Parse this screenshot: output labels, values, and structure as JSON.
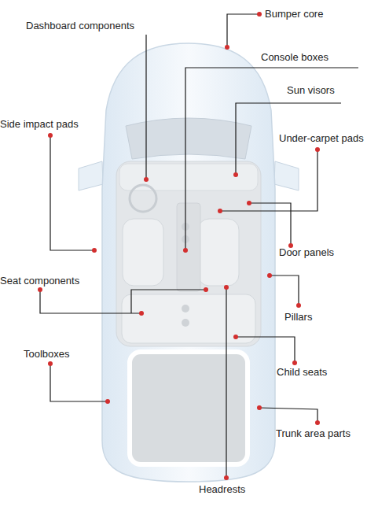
{
  "diagram": {
    "labels": [
      "Dashboard components",
      "Bumper core",
      "Console boxes",
      "Sun visors",
      "Side impact pads",
      "Under-carpet pads",
      "Seat components",
      "Door panels",
      "Pillars",
      "Toolboxes",
      "Child seats",
      "Trunk area parts",
      "Headrests"
    ]
  }
}
